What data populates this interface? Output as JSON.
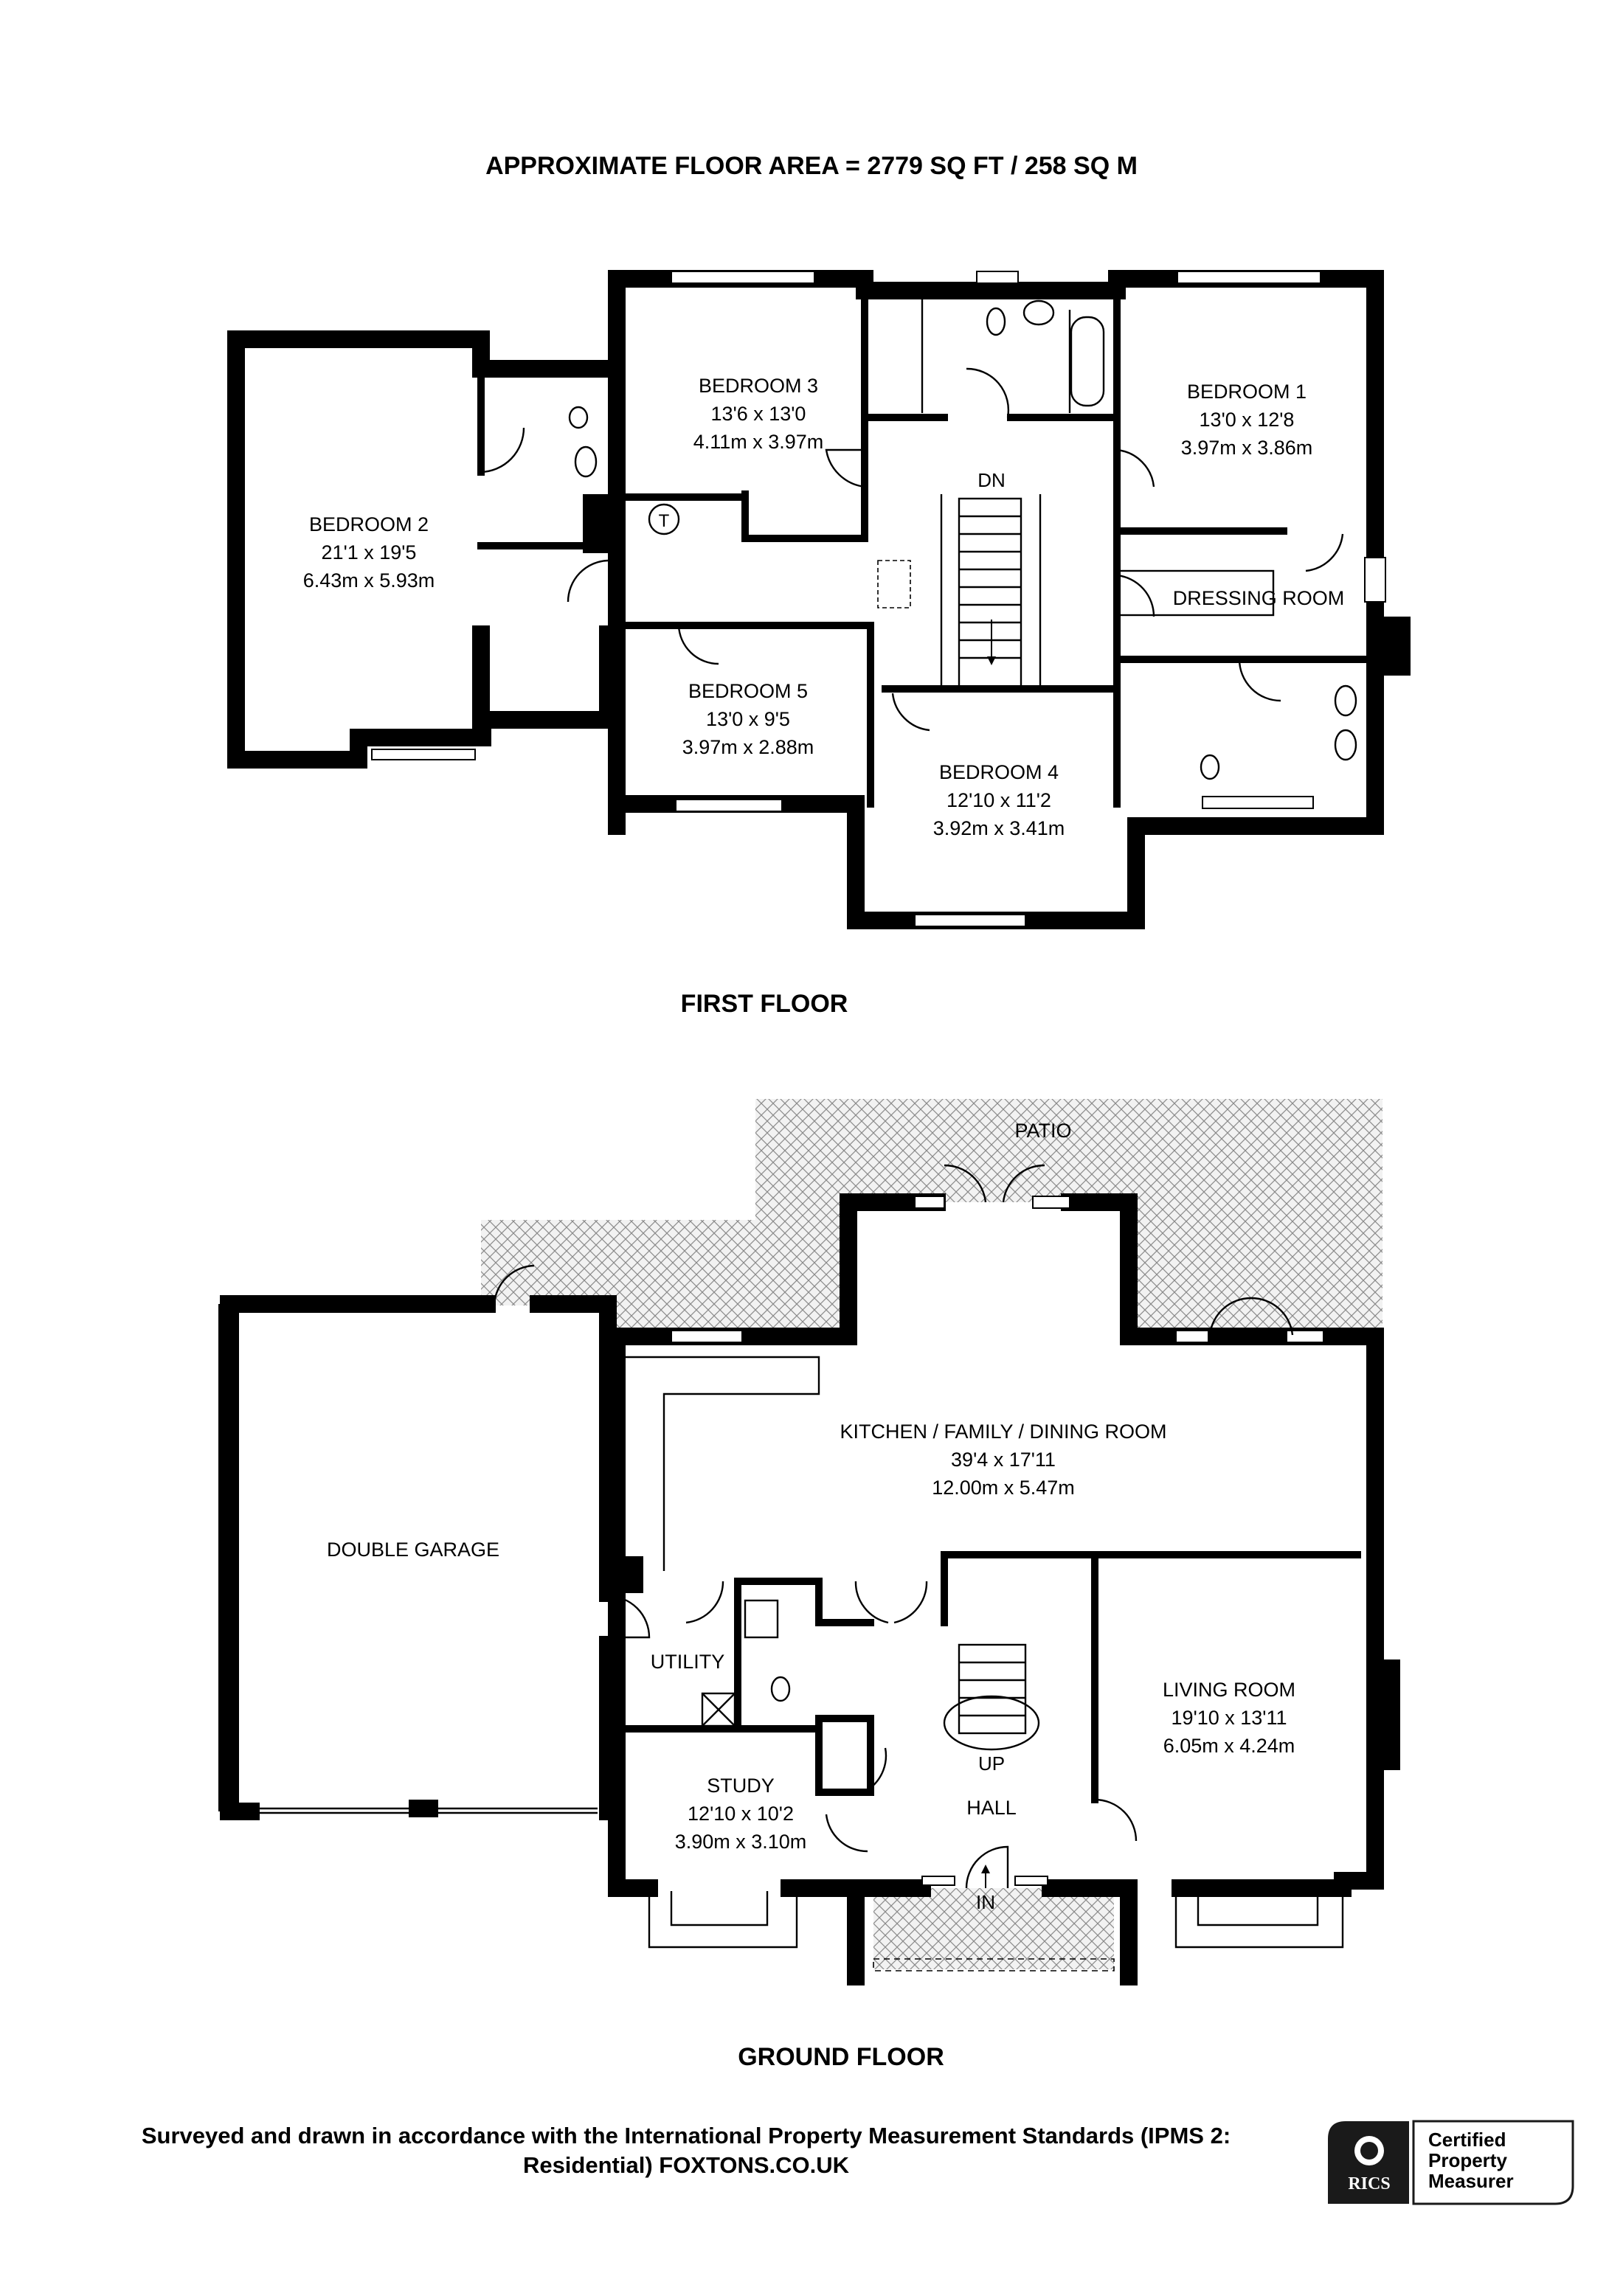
{
  "header": {
    "title": "APPROXIMATE FLOOR AREA = 2779 SQ FT / 258 SQ M"
  },
  "first_floor": {
    "label": "FIRST FLOOR",
    "stairs_label": "DN",
    "tank_label": "T",
    "rooms": [
      {
        "name": "BEDROOM 3",
        "imperial": "13'6 x 13'0",
        "metric": "4.11m x 3.97m"
      },
      {
        "name": "BEDROOM 1",
        "imperial": "13'0 x 12'8",
        "metric": "3.97m x 3.86m"
      },
      {
        "name": "BEDROOM 2",
        "imperial": "21'1 x 19'5",
        "metric": "6.43m x 5.93m"
      },
      {
        "name": "BEDROOM 5",
        "imperial": "13'0 x 9'5",
        "metric": "3.97m x 2.88m"
      },
      {
        "name": "BEDROOM 4",
        "imperial": "12'10 x 11'2",
        "metric": "3.92m x 3.41m"
      },
      {
        "name": "DRESSING ROOM"
      }
    ]
  },
  "ground_floor": {
    "label": "GROUND FLOOR",
    "patio_label": "PATIO",
    "stairs_label": "UP",
    "entrance_label": "IN",
    "rooms": [
      {
        "name": "KITCHEN / FAMILY / DINING  ROOM",
        "imperial": "39'4 x 17'11",
        "metric": "12.00m x 5.47m"
      },
      {
        "name": "DOUBLE GARAGE"
      },
      {
        "name": "UTILITY"
      },
      {
        "name": "LIVING ROOM",
        "imperial": "19'10 x 13'11",
        "metric": "6.05m x 4.24m"
      },
      {
        "name": "STUDY",
        "imperial": "12'10 x 10'2",
        "metric": "3.90m x 3.10m"
      },
      {
        "name": "HALL"
      }
    ]
  },
  "footer": {
    "line1": "Surveyed and drawn in accordance with the International Property Measurement Standards (IPMS 2:",
    "line2": "Residential) FOXTONS.CO.UK"
  },
  "badge": {
    "logo": "RICS",
    "line1": "Certified",
    "line2": "Property",
    "line3": "Measurer"
  }
}
